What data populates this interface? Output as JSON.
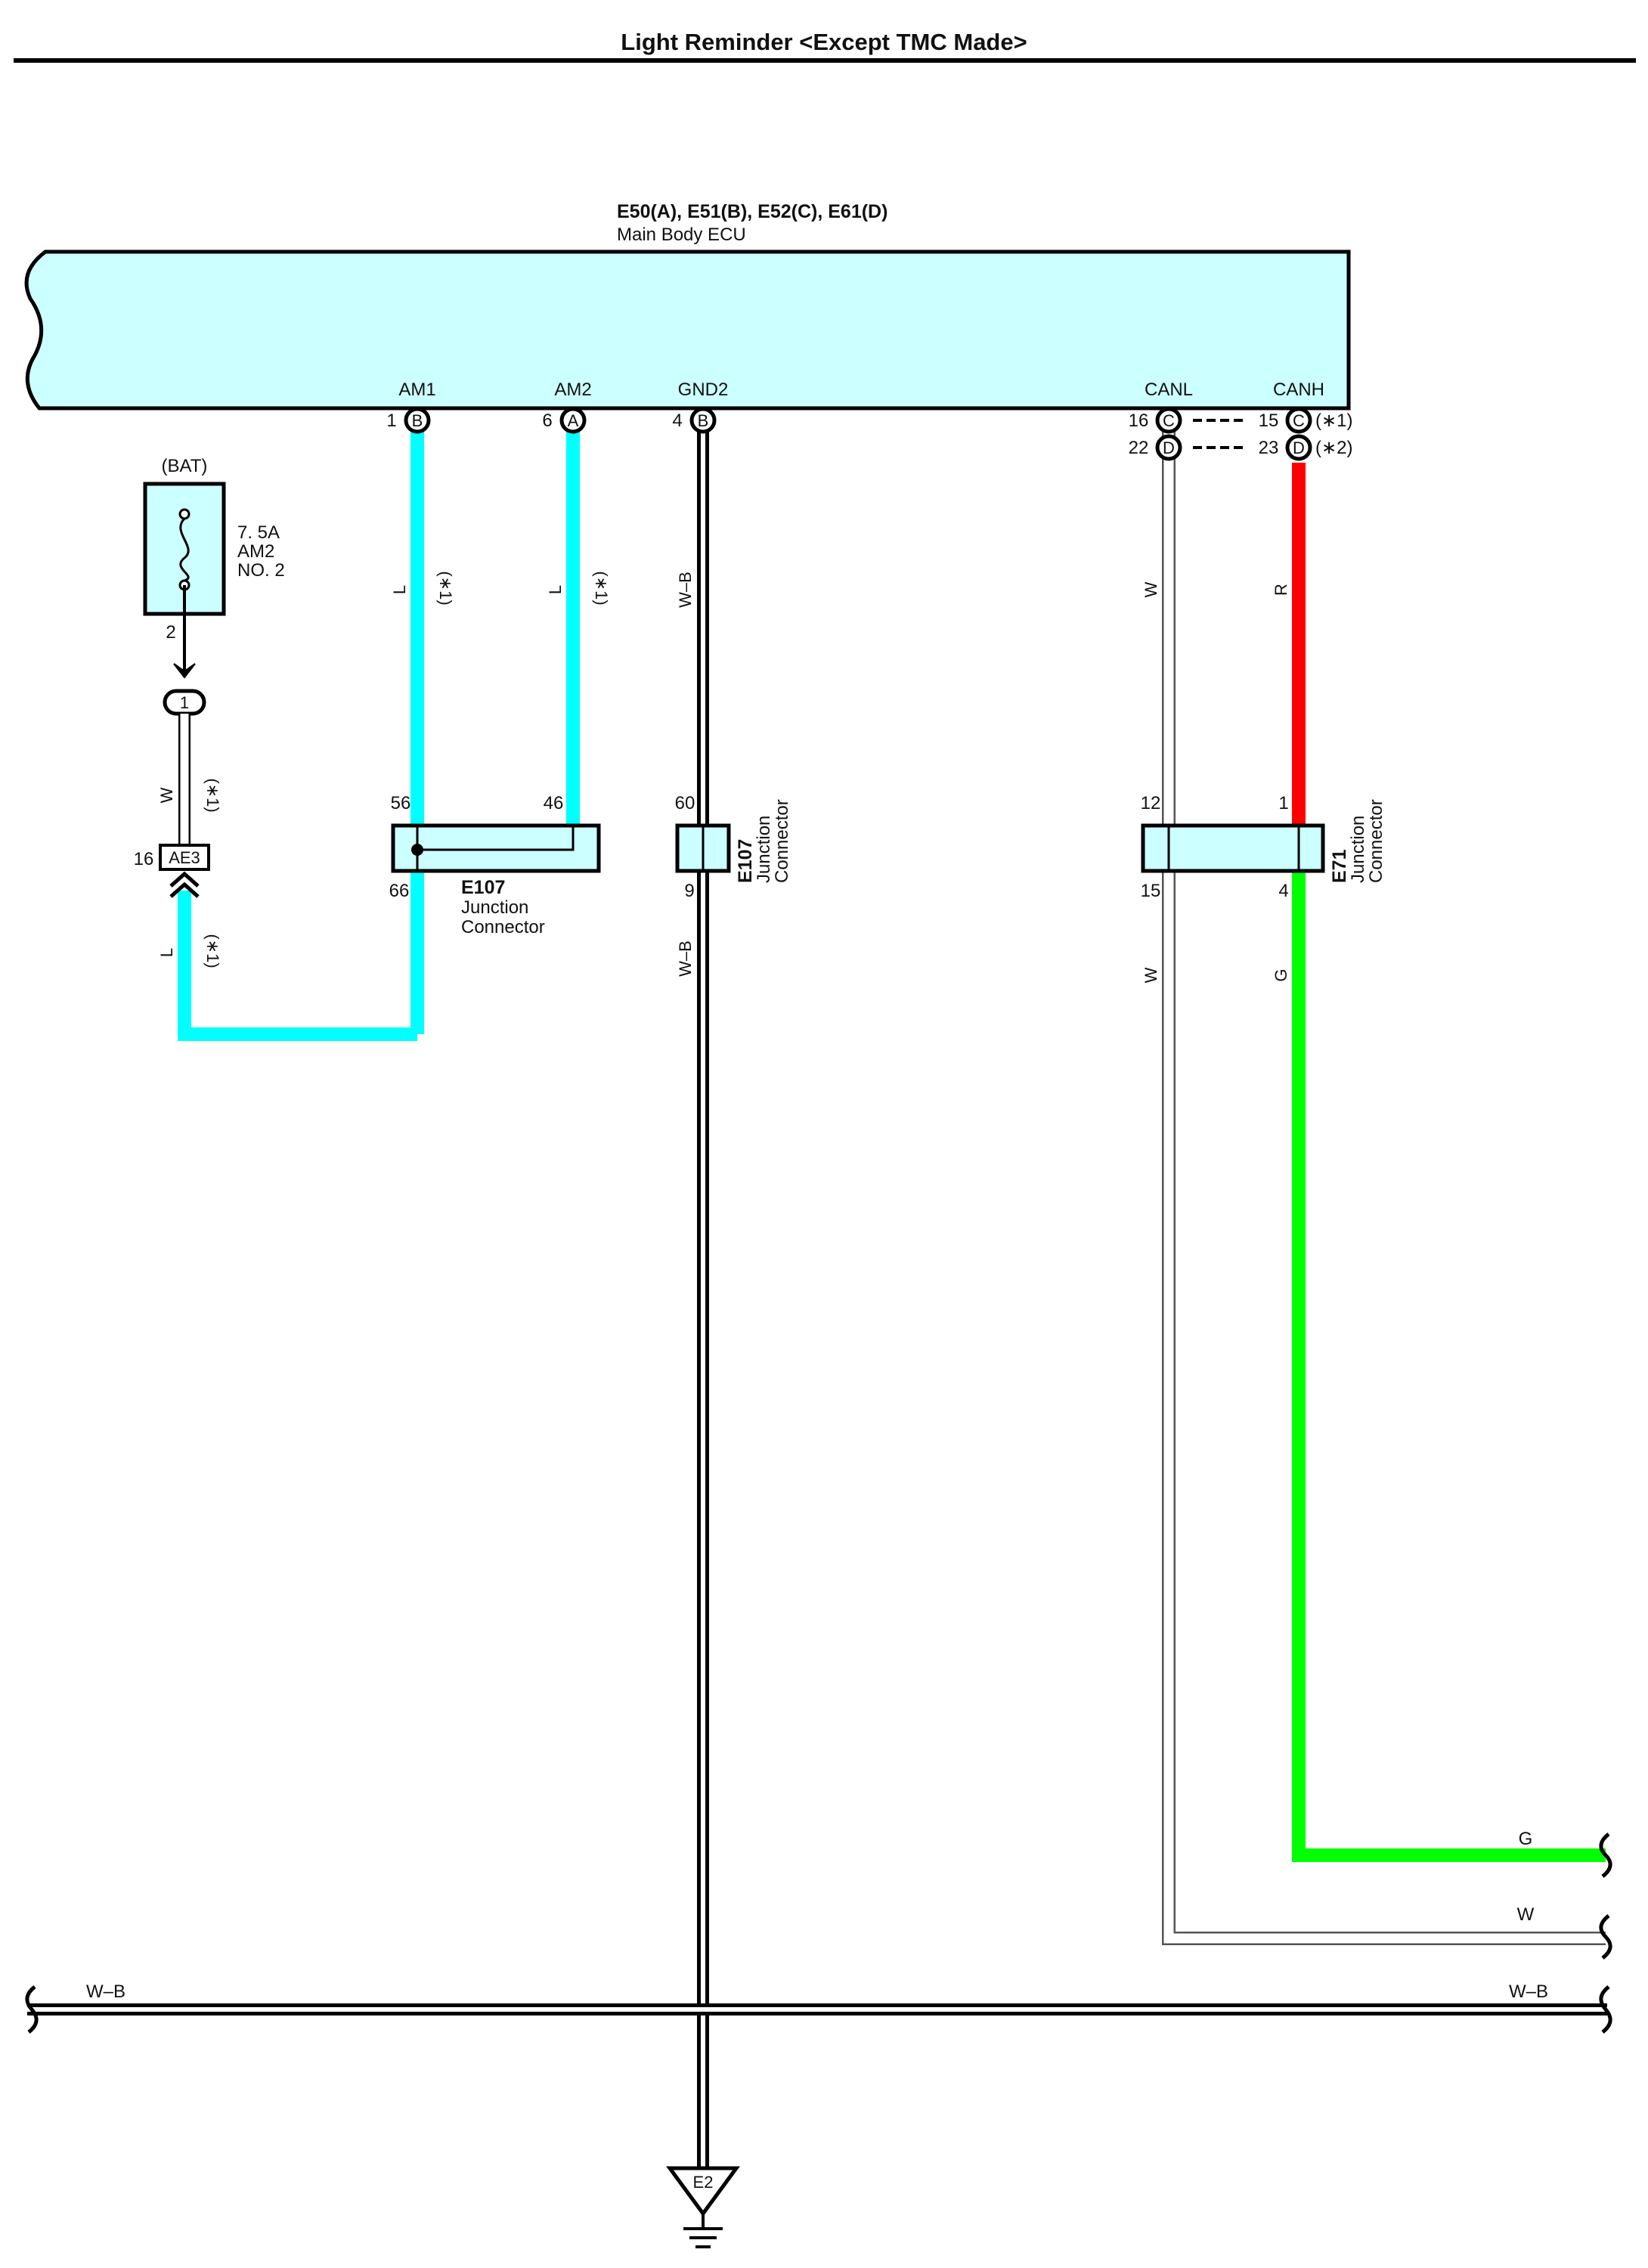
{
  "title": "Light Reminder <Except TMC Made>",
  "colors": {
    "ecu_fill": "#ccffff",
    "wire_light_blue": "#00ffff",
    "wire_red": "#ff0000",
    "wire_green": "#00ff00",
    "wire_white_stripe": "#ffffff",
    "wire_black": "#000000"
  },
  "ecu": {
    "connectors": "E50(A), E51(B), E52(C), E61(D)",
    "name": "Main Body ECU",
    "terminals": {
      "am1": {
        "label": "AM1",
        "pin": "1",
        "conn": "B"
      },
      "am2": {
        "label": "AM2",
        "pin": "6",
        "conn": "A"
      },
      "gnd2": {
        "label": "GND2",
        "pin": "4",
        "conn": "B"
      },
      "canl_1": {
        "label": "CANL",
        "pin": "16",
        "conn": "C"
      },
      "canl_2": {
        "pin": "22",
        "conn": "D"
      },
      "canh_1": {
        "label": "CANH",
        "pin": "15",
        "conn": "C",
        "note": "(∗1)"
      },
      "canh_2": {
        "pin": "23",
        "conn": "D",
        "note": "(∗2)"
      }
    }
  },
  "fuse": {
    "source": "(BAT)",
    "rating": "7. 5A",
    "name": "AM2",
    "number": "NO. 2",
    "pin": "2"
  },
  "inline_connector": {
    "pin": "1"
  },
  "connector_ae3": {
    "name": "AE3",
    "pin": "16"
  },
  "jc_e107_a": {
    "name": "E107",
    "desc_line1": "Junction",
    "desc_line2": "Connector",
    "pin_56": "56",
    "pin_46": "46",
    "pin_66": "66"
  },
  "jc_e107_b": {
    "name": "E107",
    "desc_line1": "Junction",
    "desc_line2": "Connector",
    "pin_60": "60",
    "pin_9": "9"
  },
  "jc_e71": {
    "name": "E71",
    "desc_line1": "Junction",
    "desc_line2": "Connector",
    "pin_12": "12",
    "pin_1": "1",
    "pin_15": "15",
    "pin_4": "4"
  },
  "wires": {
    "am1_color": "L",
    "am1_note": "(∗1)",
    "am2_color": "L",
    "am2_note": "(∗1)",
    "fuse_out_color": "W",
    "fuse_out_note": "(∗1)",
    "ae3_color": "L",
    "ae3_note": "(∗1)",
    "gnd_upper": "W–B",
    "gnd_lower": "W–B",
    "canl_upper": "W",
    "canl_lower": "W",
    "canh_upper": "R",
    "canh_lower": "G",
    "out_g": "G",
    "out_w": "W",
    "bus_left": "W–B",
    "bus_right": "W–B"
  },
  "ground": {
    "name": "E2"
  }
}
